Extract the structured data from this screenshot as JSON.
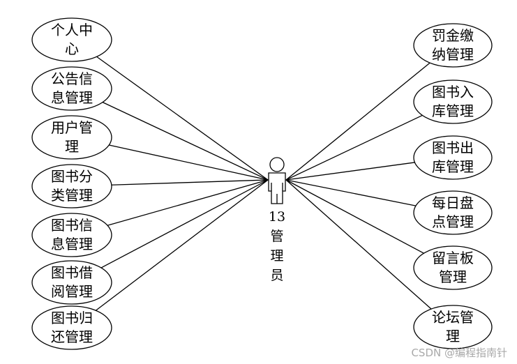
{
  "actor": {
    "lines": [
      "13",
      "管",
      "理",
      "员"
    ]
  },
  "left_use_cases": [
    {
      "lines": [
        "个人中",
        "心"
      ]
    },
    {
      "lines": [
        "公告信",
        "息管理"
      ]
    },
    {
      "lines": [
        "用户管",
        "理"
      ]
    },
    {
      "lines": [
        "图书分",
        "类管理"
      ]
    },
    {
      "lines": [
        "图书信",
        "息管理"
      ]
    },
    {
      "lines": [
        "图书借",
        "阅管理"
      ]
    },
    {
      "lines": [
        "图书归",
        "还管理"
      ]
    }
  ],
  "right_use_cases": [
    {
      "lines": [
        "罚金缴",
        "纳管理"
      ]
    },
    {
      "lines": [
        "图书入",
        "库管理"
      ]
    },
    {
      "lines": [
        "图书出",
        "库管理"
      ]
    },
    {
      "lines": [
        "每日盘",
        "点管理"
      ]
    },
    {
      "lines": [
        "留言板",
        "管理"
      ]
    },
    {
      "lines": [
        "论坛管",
        "理"
      ]
    }
  ],
  "watermark": "CSDN @编程指南针"
}
